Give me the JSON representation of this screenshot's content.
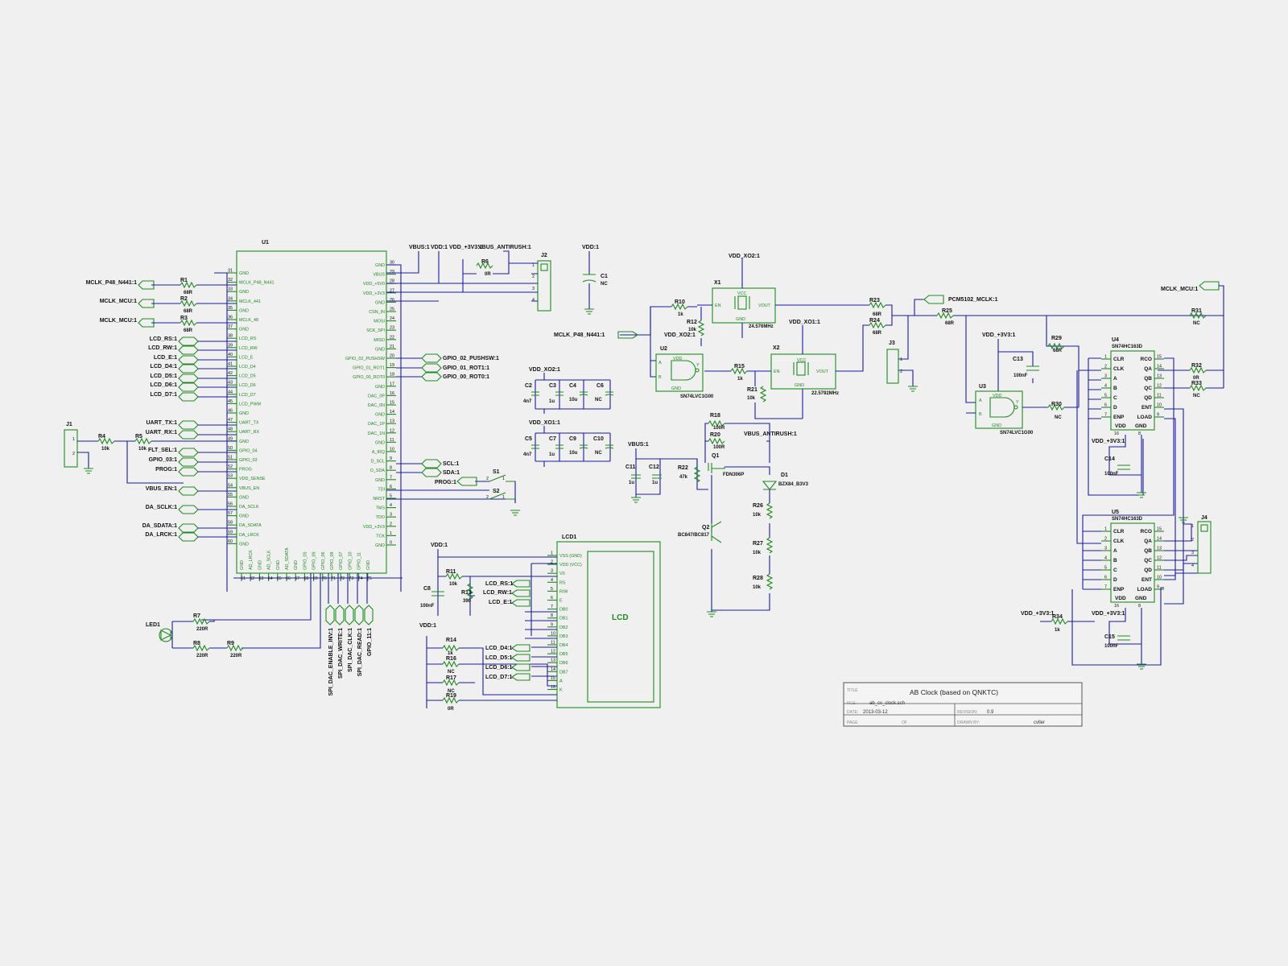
{
  "title_block": {
    "title_label": "TITLE",
    "title": "AB Clock (based on QNKTC)",
    "file_label": "FILE:",
    "file": "ab_cv_clock.sch",
    "date_label": "DATE:",
    "date": "2013-03-12",
    "revision_label": "REVISION:",
    "revision": "0.9",
    "page_label": "PAGE",
    "of_label": "OF",
    "drawn_label": "DRAWN BY:",
    "drawn_by": "cvller"
  },
  "u1": {
    "ref": "U1",
    "left_pins": [
      {
        "n": "31",
        "l": "GND"
      },
      {
        "n": "32",
        "l": "MCLK_P48_N441"
      },
      {
        "n": "33",
        "l": "GND"
      },
      {
        "n": "34",
        "l": "MCLK_441"
      },
      {
        "n": "35",
        "l": "GND"
      },
      {
        "n": "36",
        "l": "MCLK_48"
      },
      {
        "n": "37",
        "l": "GND"
      },
      {
        "n": "38",
        "l": "LCD_RS"
      },
      {
        "n": "39",
        "l": "LCD_RW"
      },
      {
        "n": "40",
        "l": "LCD_E"
      },
      {
        "n": "41",
        "l": "LCD_D4"
      },
      {
        "n": "42",
        "l": "LCD_D5"
      },
      {
        "n": "43",
        "l": "LCD_D6"
      },
      {
        "n": "44",
        "l": "LCD_D7"
      },
      {
        "n": "45",
        "l": "LCD_PWM"
      },
      {
        "n": "46",
        "l": "GND"
      },
      {
        "n": "47",
        "l": "UART_TX"
      },
      {
        "n": "48",
        "l": "UART_RX"
      },
      {
        "n": "49",
        "l": "GND"
      },
      {
        "n": "50",
        "l": "GPIO_04"
      },
      {
        "n": "51",
        "l": "GPIO_03"
      },
      {
        "n": "52",
        "l": "PROG"
      },
      {
        "n": "53",
        "l": "VDD_SENSE"
      },
      {
        "n": "54",
        "l": "VBUS_EN"
      },
      {
        "n": "55",
        "l": "GND"
      },
      {
        "n": "56",
        "l": "DA_SCLK"
      },
      {
        "n": "57",
        "l": "GND"
      },
      {
        "n": "58",
        "l": "DA_SDATA"
      },
      {
        "n": "59",
        "l": "DA_LRCK"
      },
      {
        "n": "60",
        "l": "GND"
      }
    ],
    "right_pins": [
      {
        "n": "30",
        "l": "GND"
      },
      {
        "n": "29",
        "l": "VBUS"
      },
      {
        "n": "28",
        "l": "VDD_+5V0"
      },
      {
        "n": "27",
        "l": "VDD_+3V3"
      },
      {
        "n": "26",
        "l": "GND"
      },
      {
        "n": "25",
        "l": "CSN_IN"
      },
      {
        "n": "24",
        "l": "MOSI"
      },
      {
        "n": "23",
        "l": "SCK_SPI"
      },
      {
        "n": "22",
        "l": "MISO"
      },
      {
        "n": "21",
        "l": "GND"
      },
      {
        "n": "20",
        "l": "GPIO_02_PUSHSW"
      },
      {
        "n": "19",
        "l": "GPIO_01_ROT1"
      },
      {
        "n": "18",
        "l": "GPIO_00_ROT0"
      },
      {
        "n": "17",
        "l": "GND"
      },
      {
        "n": "16",
        "l": "DAC_0P"
      },
      {
        "n": "15",
        "l": "DAC_0N"
      },
      {
        "n": "14",
        "l": "GND"
      },
      {
        "n": "13",
        "l": "DAC_1P"
      },
      {
        "n": "12",
        "l": "DAC_1N"
      },
      {
        "n": "11",
        "l": "GND"
      },
      {
        "n": "10",
        "l": "A_IRQ"
      },
      {
        "n": "9",
        "l": "D_SCL"
      },
      {
        "n": "8",
        "l": "D_SDA"
      },
      {
        "n": "7",
        "l": "GND"
      },
      {
        "n": "6",
        "l": "TDI"
      },
      {
        "n": "5",
        "l": "NRST"
      },
      {
        "n": "4",
        "l": "TMS"
      },
      {
        "n": "3",
        "l": "TDO"
      },
      {
        "n": "2",
        "l": "VDD_+3V3"
      },
      {
        "n": "1",
        "l": "TCK"
      },
      {
        "n": "0",
        "l": "GND"
      }
    ],
    "bottom_pins": [
      {
        "n": "61",
        "l": "GND"
      },
      {
        "n": "62",
        "l": "AD_LRCK"
      },
      {
        "n": "63",
        "l": "GND"
      },
      {
        "n": "64",
        "l": "AD_SCLK"
      },
      {
        "n": "65",
        "l": "GND"
      },
      {
        "n": "66",
        "l": "AD_SDATA"
      },
      {
        "n": "67",
        "l": "GND"
      },
      {
        "n": "68",
        "l": "GPIO_05"
      },
      {
        "n": "69",
        "l": "GPIO_09"
      },
      {
        "n": "70",
        "l": "GPIO_06"
      },
      {
        "n": "71",
        "l": "GPIO_08"
      },
      {
        "n": "72",
        "l": "GPIO_07"
      },
      {
        "n": "73",
        "l": "GPIO_10"
      },
      {
        "n": "74",
        "l": "GPIO_11"
      },
      {
        "n": "75",
        "l": "GND"
      }
    ]
  },
  "lcd": {
    "ref": "LCD1",
    "body_label": "LCD",
    "pins": [
      {
        "n": "1",
        "l": "VSS (GND)"
      },
      {
        "n": "2",
        "l": "VDD (VCC)"
      },
      {
        "n": "3",
        "l": "V0"
      },
      {
        "n": "4",
        "l": "RS"
      },
      {
        "n": "5",
        "l": "R/W"
      },
      {
        "n": "6",
        "l": "E"
      },
      {
        "n": "7",
        "l": "DB0"
      },
      {
        "n": "8",
        "l": "DB1"
      },
      {
        "n": "9",
        "l": "DB2"
      },
      {
        "n": "10",
        "l": "DB3"
      },
      {
        "n": "11",
        "l": "DB4"
      },
      {
        "n": "12",
        "l": "DB5"
      },
      {
        "n": "13",
        "l": "DB6"
      },
      {
        "n": "14",
        "l": "DB7"
      },
      {
        "n": "15",
        "l": "A"
      },
      {
        "n": "16",
        "l": "K"
      }
    ]
  },
  "counters": {
    "left_pins": [
      {
        "n": "1",
        "l": "CLR"
      },
      {
        "n": "2",
        "l": "CLK"
      },
      {
        "n": "3",
        "l": "A"
      },
      {
        "n": "4",
        "l": "B"
      },
      {
        "n": "5",
        "l": "C"
      },
      {
        "n": "6",
        "l": "D"
      },
      {
        "n": "7",
        "l": "ENP"
      }
    ],
    "right_pins": [
      {
        "n": "15",
        "l": "RCO"
      },
      {
        "n": "14",
        "l": "QA"
      },
      {
        "n": "13",
        "l": "QB"
      },
      {
        "n": "12",
        "l": "QC"
      },
      {
        "n": "11",
        "l": "QD"
      },
      {
        "n": "10",
        "l": "ENT"
      },
      {
        "n": "9",
        "l": "LOAD"
      }
    ],
    "vdd": "VDD",
    "gnd": "GND",
    "vdd_pin": "16",
    "gnd_pin": "8"
  },
  "left_labels": [
    "MCLK_P48_N441:1",
    "MCLK_MCU:1",
    "MCLK_MCU:1",
    "LCD_RS:1",
    "LCD_RW:1",
    "LCD_E:1",
    "LCD_D4:1",
    "LCD_D5:1",
    "LCD_D6:1",
    "LCD_D7:1",
    "UART_TX:1",
    "UART_RX:1",
    "FLT_SEL:1",
    "GPIO_03:1",
    "PROG:1",
    "VBUS_EN:1",
    "DA_SCLK:1",
    "DA_SDATA:1",
    "DA_LRCK:1"
  ],
  "right_labels": [
    "GPIO_02_PUSHSW:1",
    "GPIO_01_ROT1:1",
    "GPIO_00_ROT0:1",
    "SCL:1",
    "SDA:1"
  ],
  "bottom_labels": [
    "SPI_DAC_ENABLE_INV:1",
    "SPI_DAC_WRITE:1",
    "SPI_DAC_CLK:1",
    "SPI_DAC_READ:1",
    "GPIO_11:1"
  ],
  "power_labels": {
    "vbus": "VBUS:1",
    "vdd": "VDD:1",
    "vdd_3v3": "VDD_+3V3:1",
    "vbus_antirush": "VBUS_ANTIRUSH:1",
    "vdd_xo2": "VDD_XO2:1",
    "vdd_xo1": "VDD_XO1:1"
  },
  "misc_labels": {
    "mclk_p48_n441": "MCLK_P48_N441:1",
    "pcm5102_mclk": "PCM5102_MCLK:1",
    "mclk_mcu": "MCLK_MCU:1",
    "prog": "PROG:1",
    "lcd_rs": "LCD_RS:1",
    "lcd_rw": "LCD_RW:1",
    "lcd_e": "LCD_E:1",
    "lcd_d4": "LCD_D4:1",
    "lcd_d5": "LCD_D5:1",
    "lcd_d6": "LCD_D6:1",
    "lcd_d7": "LCD_D7:1"
  },
  "parts": {
    "r1": [
      "R1",
      "68R"
    ],
    "r2": [
      "R2",
      "68R"
    ],
    "r3": [
      "R3",
      "68R"
    ],
    "r4": [
      "R4",
      "10k"
    ],
    "r5": [
      "R5",
      "10k"
    ],
    "r6": [
      "R6",
      "0R"
    ],
    "r7": [
      "R7",
      "220R"
    ],
    "r8": [
      "R8",
      "220R"
    ],
    "r9": [
      "R9",
      "220R"
    ],
    "r10": [
      "R10",
      "1k"
    ],
    "r11": [
      "R11",
      "10k"
    ],
    "r12": [
      "R12",
      "10k"
    ],
    "r13": [
      "R13",
      "390"
    ],
    "r14": [
      "R14",
      "1k"
    ],
    "r15": [
      "R15",
      "1k"
    ],
    "r16": [
      "R16",
      "NC"
    ],
    "r17": [
      "R17",
      "NC"
    ],
    "r18": [
      "R18",
      "100R"
    ],
    "r19": [
      "R19",
      "0R"
    ],
    "r20": [
      "R20",
      "100R"
    ],
    "r21": [
      "R21",
      "10k"
    ],
    "r22": [
      "R22",
      "47k"
    ],
    "r23": [
      "R23",
      "68R"
    ],
    "r24": [
      "R24",
      "68R"
    ],
    "r25": [
      "R25",
      "68R"
    ],
    "r26": [
      "R26",
      "10k"
    ],
    "r27": [
      "R27",
      "10k"
    ],
    "r28": [
      "R28",
      "10k"
    ],
    "r29": [
      "R29",
      "68R"
    ],
    "r30": [
      "R30",
      "NC"
    ],
    "r31": [
      "R31",
      "NC"
    ],
    "r32": [
      "R32",
      "0R"
    ],
    "r33": [
      "R33",
      "NC"
    ],
    "r34": [
      "R34",
      "1k"
    ],
    "c1": [
      "C1",
      "NC"
    ],
    "c2": [
      "C2",
      "4n7"
    ],
    "c3": [
      "C3",
      "1u"
    ],
    "c4": [
      "C4",
      "10u"
    ],
    "c5": [
      "C5",
      "4n7"
    ],
    "c6": [
      "C6",
      "NC"
    ],
    "c7": [
      "C7",
      "1u"
    ],
    "c8": [
      "C8",
      "100nF"
    ],
    "c9": [
      "C9",
      "10u"
    ],
    "c10": [
      "C10",
      "NC"
    ],
    "c11": [
      "C11",
      "1u"
    ],
    "c12": [
      "C12",
      "1u"
    ],
    "c13": [
      "C13",
      "100nF"
    ],
    "c14": [
      "C14",
      "100nF"
    ],
    "c15": [
      "C15",
      "100nF"
    ],
    "x1": [
      "X1",
      "24.576MHz"
    ],
    "x2": [
      "X2",
      "22.5792MHz"
    ],
    "u2": [
      "U2",
      "SN74LVC1G00"
    ],
    "u3": [
      "U3",
      "SN74LVC1G00"
    ],
    "u4": [
      "U4",
      "SN74HC163D"
    ],
    "u5": [
      "U5",
      "SN74HC163D"
    ],
    "q1": [
      "Q1",
      "FDN306P"
    ],
    "q2": [
      "Q2",
      "BC847/BC817"
    ],
    "d1": [
      "D1",
      "BZX84_B3V3"
    ],
    "led1": [
      "LED1",
      ""
    ],
    "s1": [
      "S1",
      ""
    ],
    "s2": [
      "S2",
      ""
    ],
    "j1": [
      "J1",
      ""
    ],
    "j2": [
      "J2",
      ""
    ],
    "j3": [
      "J3",
      ""
    ],
    "j4": [
      "J4",
      ""
    ]
  },
  "osc_pins": {
    "vcc": "VCC",
    "en": "EN",
    "vout": "VOUT",
    "gnd": "GND"
  },
  "gate_pins": {
    "vdd": "VDD",
    "gnd": "GND",
    "a": "A",
    "b": "B",
    "y": "Y"
  }
}
